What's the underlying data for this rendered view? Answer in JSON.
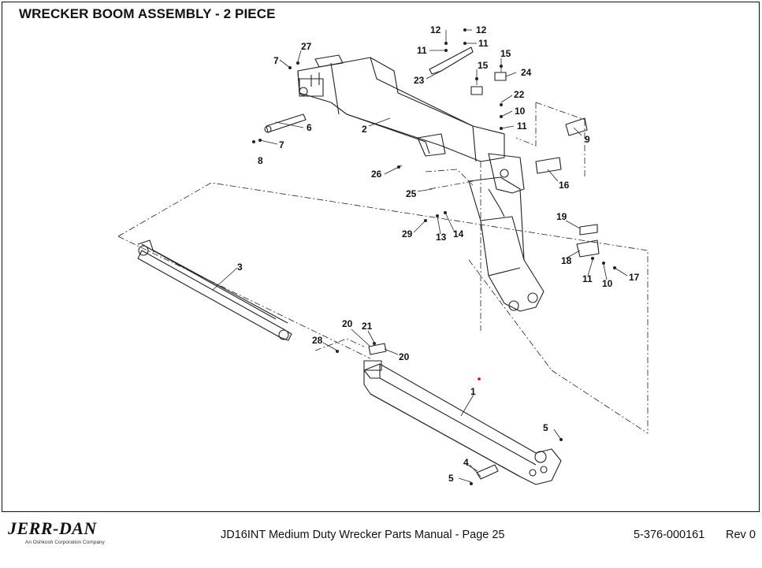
{
  "document": {
    "title": "WRECKER BOOM ASSEMBLY - 2 PIECE"
  },
  "callouts": {
    "c1": "1",
    "c2": "2",
    "c3": "3",
    "c4": "4",
    "c5a": "5",
    "c5b": "5",
    "c6": "6",
    "c7a": "7",
    "c7b": "7",
    "c8": "8",
    "c9": "9",
    "c10a": "10",
    "c10b": "10",
    "c11a": "11",
    "c11b": "11",
    "c11c": "11",
    "c11d": "11",
    "c12a": "12",
    "c12b": "12",
    "c13": "13",
    "c14": "14",
    "c15a": "15",
    "c15b": "15",
    "c16": "16",
    "c17": "17",
    "c18": "18",
    "c19": "19",
    "c20a": "20",
    "c20b": "20",
    "c21": "21",
    "c22": "22",
    "c23": "23",
    "c24": "24",
    "c25": "25",
    "c26": "26",
    "c27": "27",
    "c28": "28",
    "c29": "29"
  },
  "footer": {
    "logo": "JERR-DAN",
    "logo_subtitle": "An Oshkosh Corporation Company",
    "manual_title": "JD16INT Medium Duty Wrecker Parts Manual  -  Page 25",
    "part_number": "5-376-000161",
    "revision": "Rev 0"
  }
}
